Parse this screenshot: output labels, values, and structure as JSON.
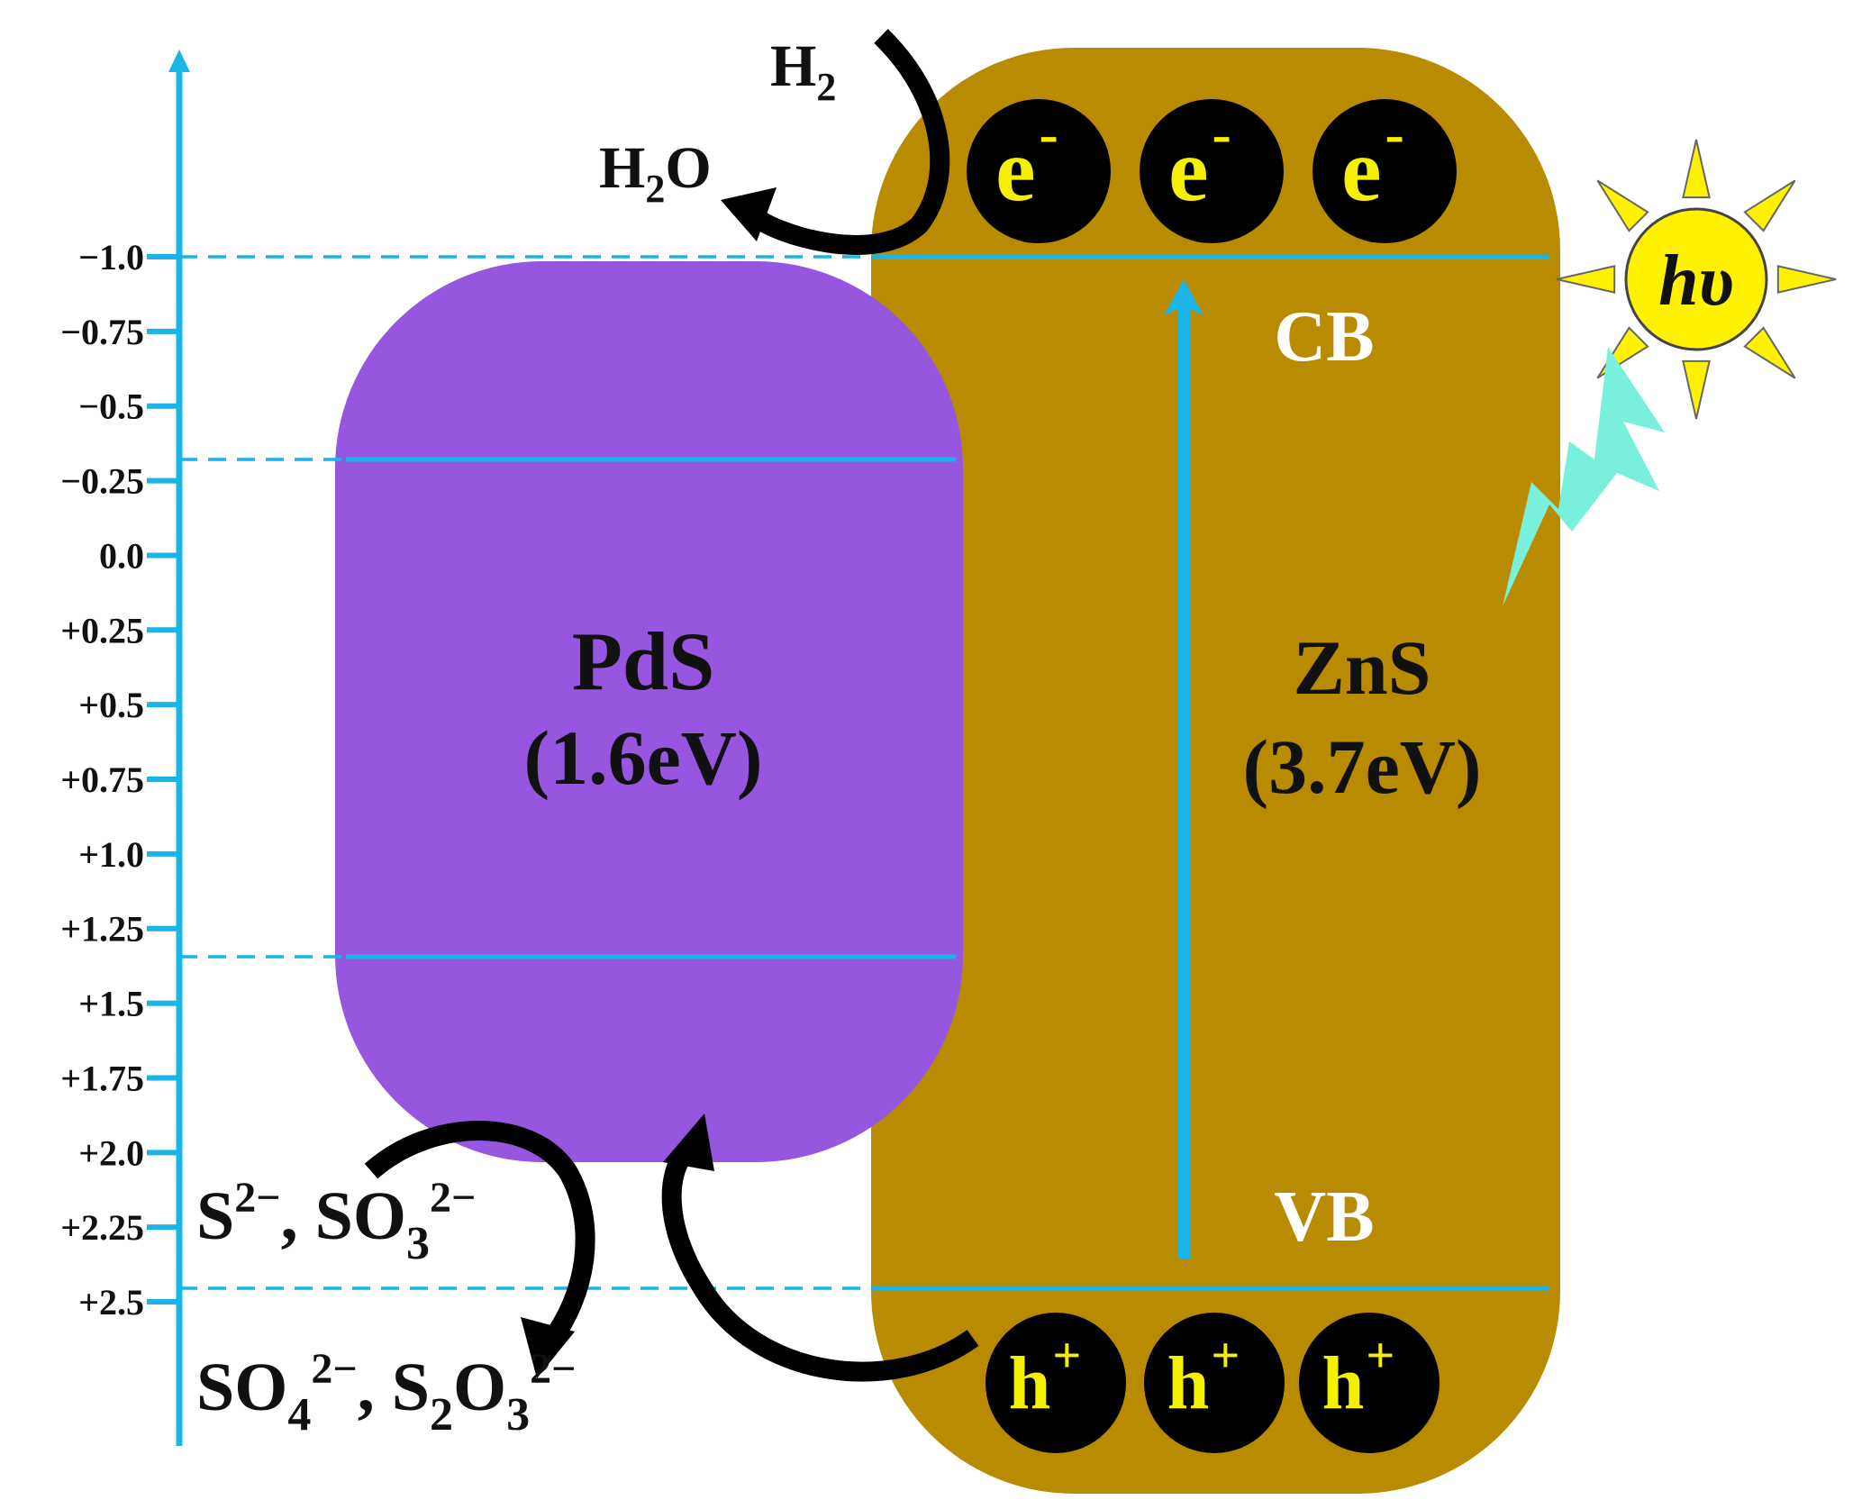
{
  "axis": {
    "ticks": [
      "−1.0",
      "−0.75",
      "−0.5",
      "−0.25",
      "0.0",
      "+0.25",
      "+0.5",
      "+0.75",
      "+1.0",
      "+1.25",
      "+1.5",
      "+1.75",
      "+2.0",
      "+2.25",
      "+2.5"
    ]
  },
  "pds": {
    "name": "PdS",
    "gap": "(1.6eV)",
    "color": "#9656e0",
    "cb_potential": -0.3,
    "vb_potential": 1.35
  },
  "zns": {
    "name": "ZnS",
    "gap": "(3.7eV)",
    "color": "#b98b00",
    "cb_label": "CB",
    "vb_label": "VB",
    "cb_potential": -1.0,
    "vb_potential": 2.5
  },
  "carriers": {
    "electron_base": "e",
    "electron_sup": "-",
    "hole_base": "h",
    "hole_sup": "+",
    "count": 3
  },
  "reduction": {
    "reactant_base": "H",
    "reactant_sub": "2",
    "product_base": "H",
    "product_sub": "2",
    "product_tail": "O"
  },
  "oxidation": {
    "r1_base": "S",
    "r1_sup": "2−",
    "r1_sep": ", SO",
    "r2_sub": "3",
    "r2_sup": "2−",
    "p1_base": "SO",
    "p1_sub": "4",
    "p1_sup": "2−",
    "p1_sep": ", S",
    "p2_sub": "2",
    "p2_mid": "O",
    "p2_sub2": "3",
    "p2_sup": "2−"
  },
  "light": {
    "sun_label": "hυ",
    "sun_color": "#fff200",
    "bolt_color": "#78f0dc"
  },
  "colors": {
    "axis": "#19b4e8",
    "carrier_text": "#f5f000"
  }
}
